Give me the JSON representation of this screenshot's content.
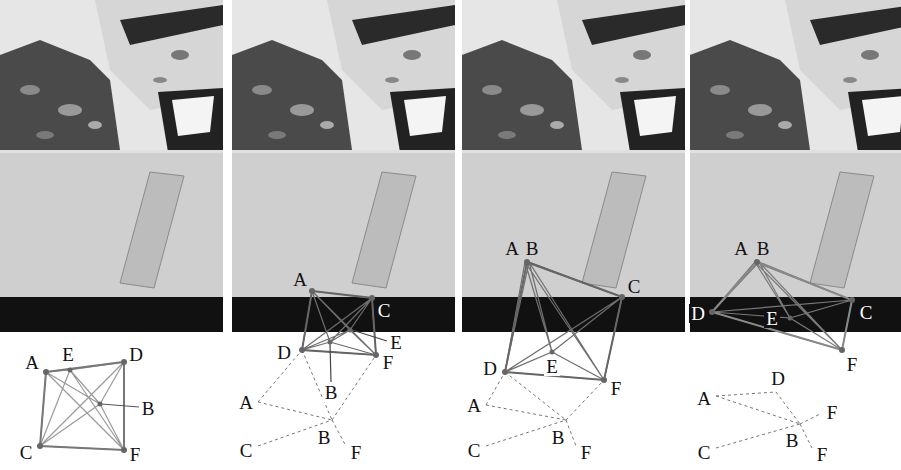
{
  "diagram": {
    "labels": [
      "A",
      "E",
      "D",
      "B",
      "C",
      "F",
      "A",
      "C",
      "D",
      "E",
      "B",
      "F",
      "A",
      "B",
      "C",
      "F",
      "A",
      "B",
      "C",
      "E",
      "D",
      "F",
      "A",
      "B",
      "C",
      "F",
      "A",
      "B",
      "D",
      "E",
      "C",
      "F",
      "A",
      "D",
      "F",
      "B",
      "C",
      "F"
    ]
  }
}
